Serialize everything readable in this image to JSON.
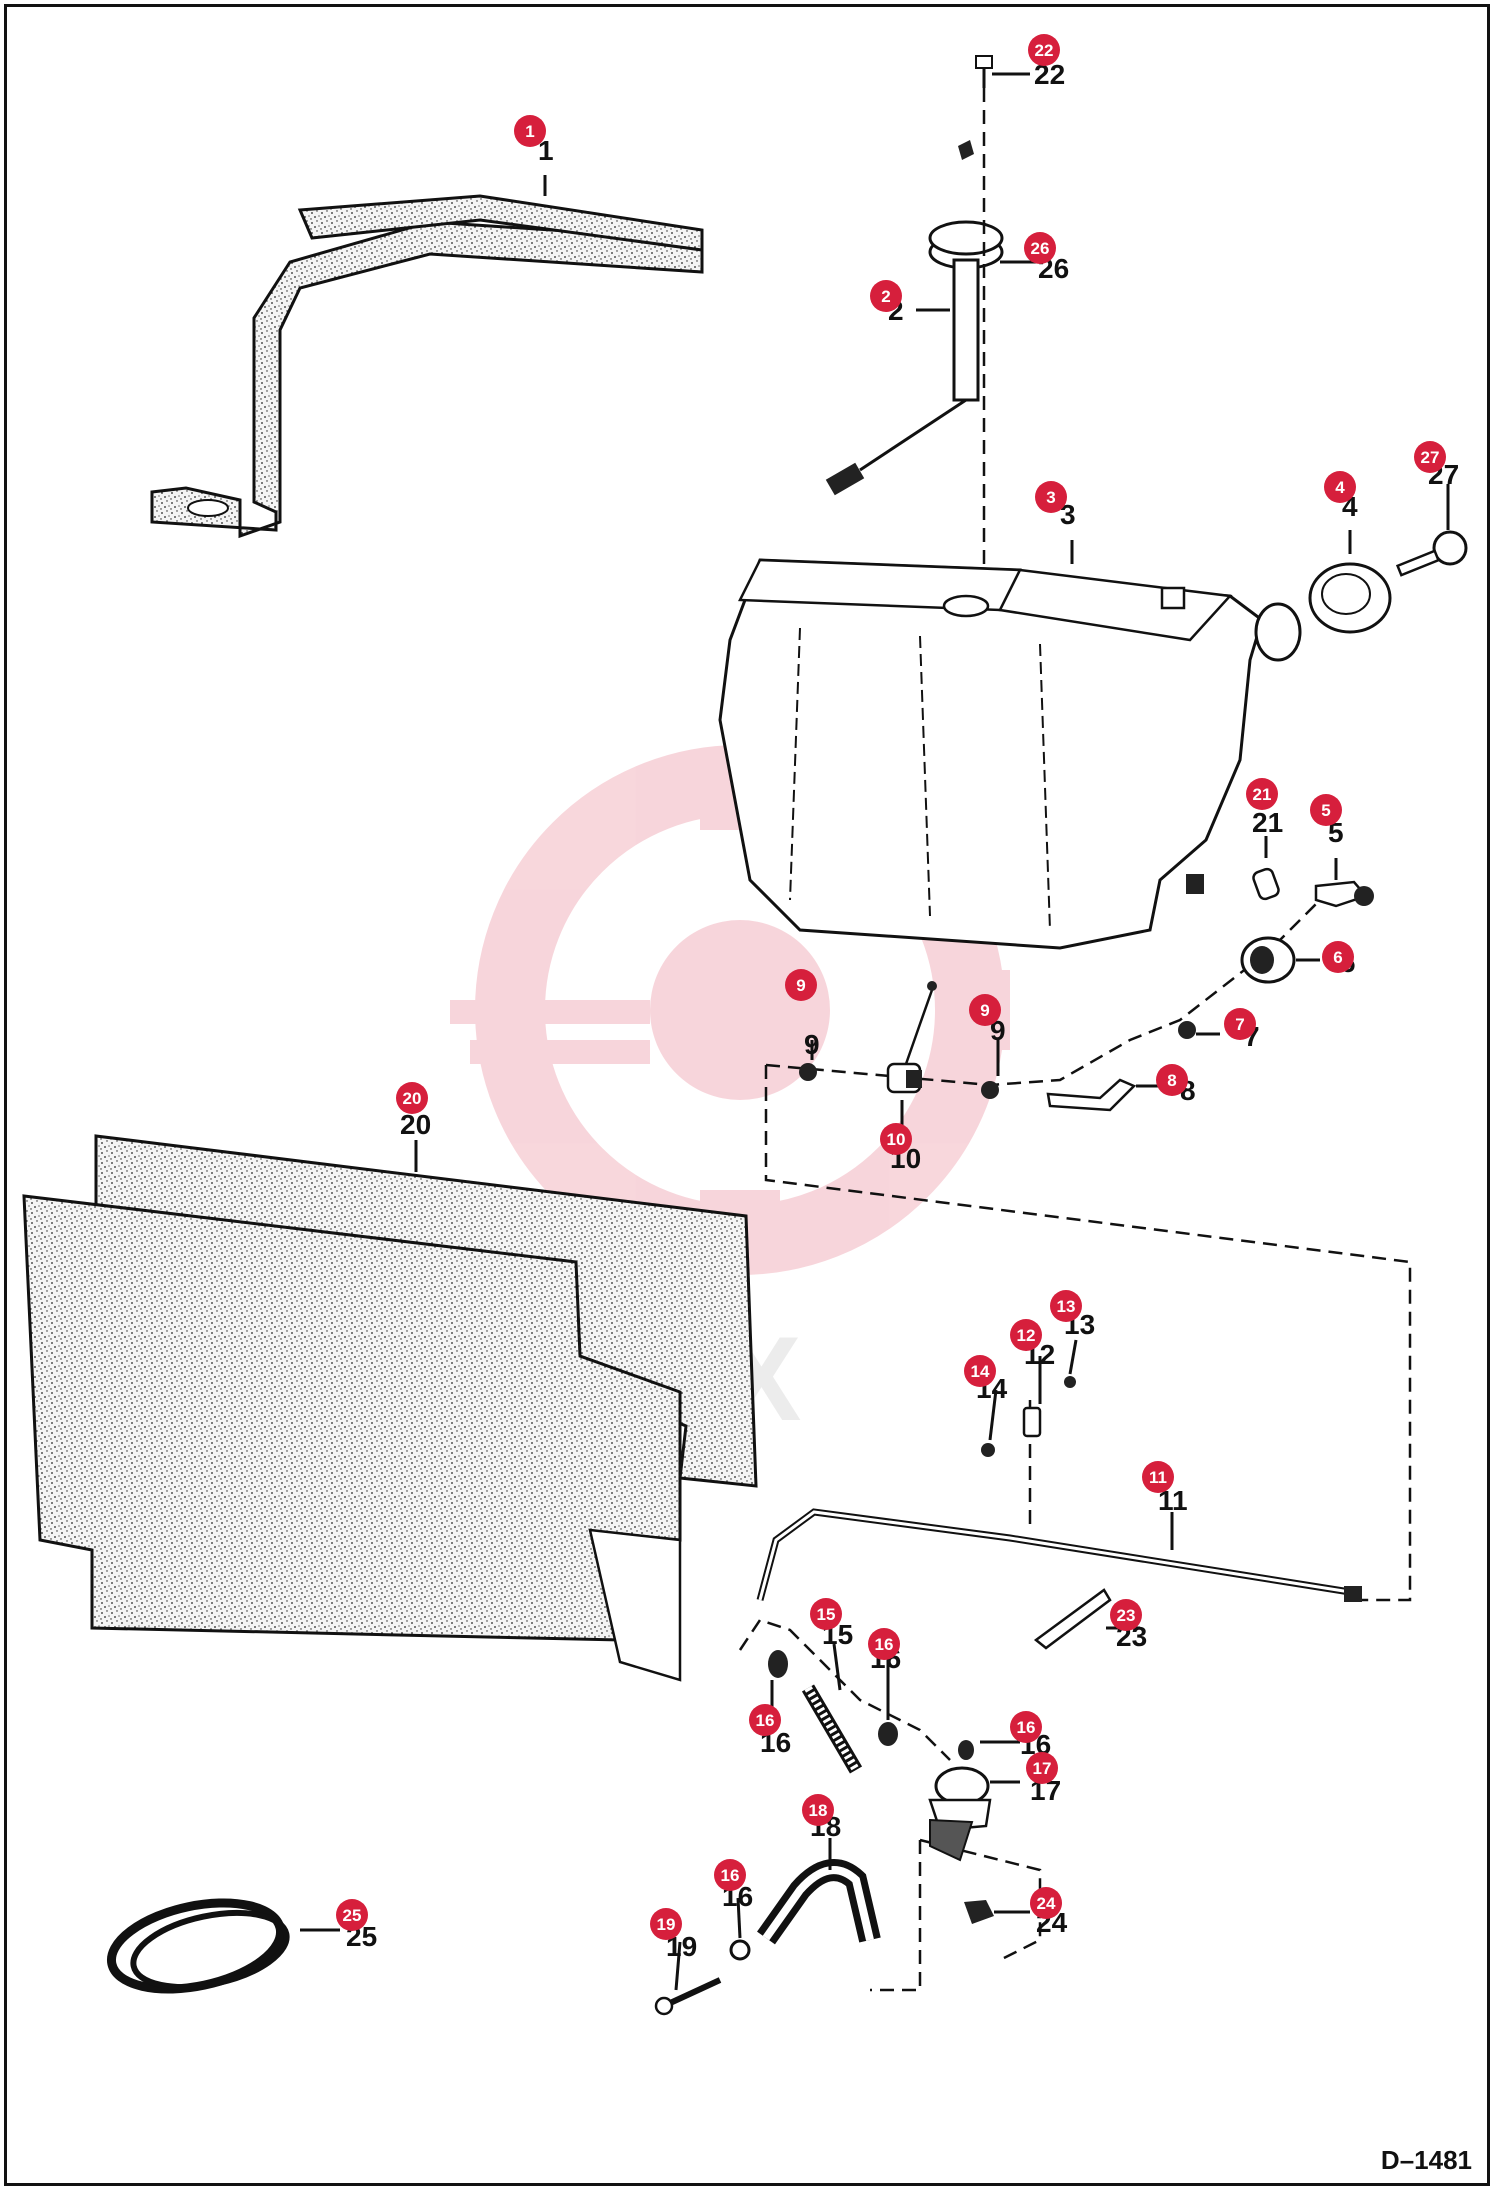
{
  "diagram": {
    "drawing_code": "D–1481",
    "watermark_text": "TEX",
    "accent_color": "#d61f3c",
    "parts": [
      {
        "id": "p1",
        "label": "1"
      },
      {
        "id": "p2",
        "label": "2"
      },
      {
        "id": "p3",
        "label": "3"
      },
      {
        "id": "p4",
        "label": "4"
      },
      {
        "id": "p5",
        "label": "5"
      },
      {
        "id": "p6",
        "label": "6"
      },
      {
        "id": "p7",
        "label": "7"
      },
      {
        "id": "p8",
        "label": "8"
      },
      {
        "id": "p9a",
        "label": "9"
      },
      {
        "id": "p9b",
        "label": "9"
      },
      {
        "id": "p10",
        "label": "10"
      },
      {
        "id": "p11",
        "label": "11"
      },
      {
        "id": "p12",
        "label": "12"
      },
      {
        "id": "p13",
        "label": "13"
      },
      {
        "id": "p14",
        "label": "14"
      },
      {
        "id": "p15",
        "label": "15"
      },
      {
        "id": "p16a",
        "label": "16"
      },
      {
        "id": "p16b",
        "label": "16"
      },
      {
        "id": "p16c",
        "label": "16"
      },
      {
        "id": "p16d",
        "label": "16"
      },
      {
        "id": "p17",
        "label": "17"
      },
      {
        "id": "p18",
        "label": "18"
      },
      {
        "id": "p19",
        "label": "19"
      },
      {
        "id": "p20",
        "label": "20"
      },
      {
        "id": "p21",
        "label": "21"
      },
      {
        "id": "p22",
        "label": "22"
      },
      {
        "id": "p23",
        "label": "23"
      },
      {
        "id": "p24",
        "label": "24"
      },
      {
        "id": "p25",
        "label": "25"
      },
      {
        "id": "p26",
        "label": "26"
      },
      {
        "id": "p27",
        "label": "27"
      }
    ]
  }
}
